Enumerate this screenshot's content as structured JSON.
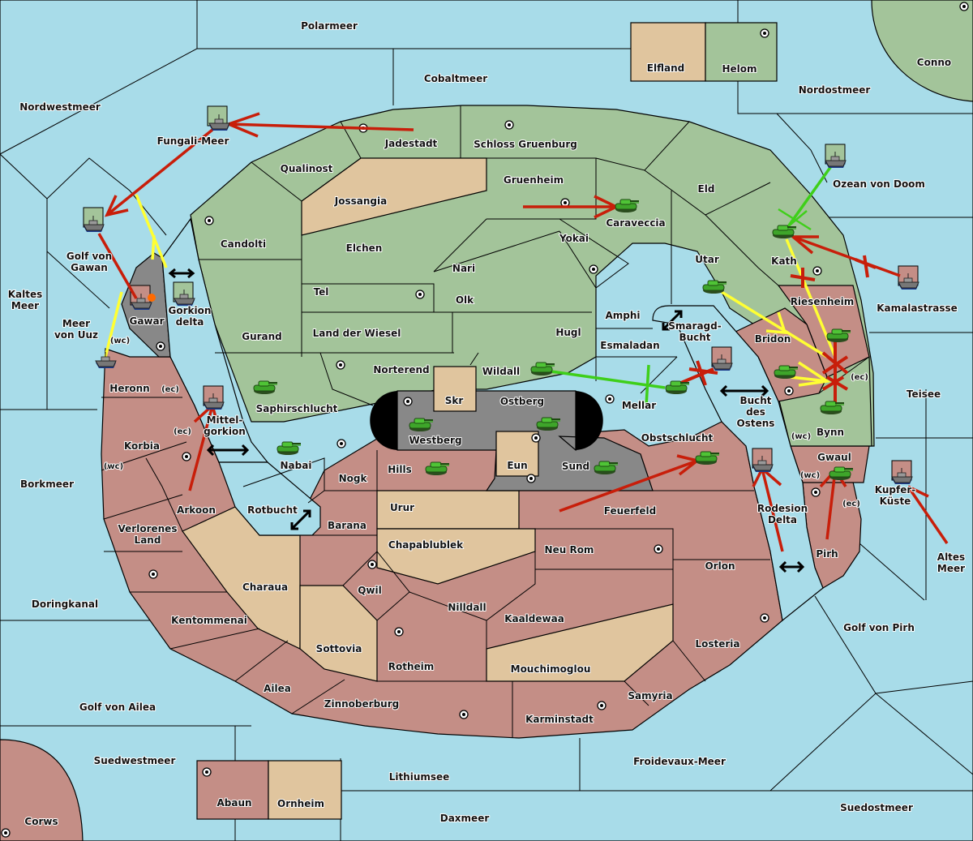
{
  "game": {
    "map_type": "diplomacy-variant",
    "owner_colors": {
      "green_power": "#a3c49a",
      "red_power": "#c48e86",
      "neutral": "#e0c59e",
      "impassable": "#888888",
      "sea": "#a8dce9"
    },
    "order_colors": {
      "move": "#c81e0a",
      "support": "#ffff33",
      "convoy_or_support_alt": "#3fcf1a"
    }
  },
  "labels": {
    "polarmeer": "Polarmeer",
    "cobaltmeer": "Cobaltmeer",
    "nordwestmeer": "Nordwestmeer",
    "nordostmeer": "Nordostmeer",
    "conno": "Conno",
    "elfland": "Elfland",
    "helom": "Helom",
    "fungali_meer": "Fungali-Meer",
    "jadestadt": "Jadestadt",
    "schloss_gruenburg": "Schloss Gruenburg",
    "qualinost": "Qualinost",
    "jossangia": "Jossangia",
    "gruenheim": "Gruenheim",
    "eld": "Eld",
    "ozean_von_doom": "Ozean von Doom",
    "caraveccia": "Caraveccia",
    "candolti": "Candolti",
    "elchen": "Elchen",
    "yokai": "Yokai",
    "nari": "Nari",
    "utar": "Utar",
    "kath": "Kath",
    "golf_von_gawan": "Golf von\nGawan",
    "kaltes_meer": "Kaltes\nMeer",
    "tel": "Tel",
    "olk": "Olk",
    "riesenheim": "Riesenheim",
    "kamalastrasse": "Kamalastrasse",
    "gawar": "Gawar",
    "gorkion_delta": "Gorkion\ndelta",
    "meer_von_uuz": "Meer\nvon Uuz",
    "gurand": "Gurand",
    "land_der_wiesel": "Land der Wiesel",
    "hugl": "Hugl",
    "amphi": "Amphi",
    "smaragd_bucht": "Smaragd-\nBucht",
    "bridon": "Bridon",
    "esmaladan": "Esmaladan",
    "norterend": "Norterend",
    "wildall": "Wildall",
    "heronn": "Heronn",
    "skr": "Skr",
    "ostberg": "Ostberg",
    "mellar": "Mellar",
    "teisee": "Teisee",
    "saphirschlucht": "Saphirschlucht",
    "westberg": "Westberg",
    "mittel_gorkion": "Mittel-\ngorkion",
    "bucht_des_ostens": "Bucht\ndes\nOstens",
    "bynn": "Bynn",
    "obstschlucht": "Obstschlucht",
    "korbia": "Korbia",
    "nabai": "Nabai",
    "eun": "Eun",
    "gwaul": "Gwaul",
    "hills": "Hills",
    "sund": "Sund",
    "nogk": "Nogk",
    "borkmeer": "Borkmeer",
    "kupfer_kueste": "Kupfer-\nKüste",
    "urur": "Urur",
    "arkoon": "Arkoon",
    "rotbucht": "Rotbucht",
    "feuerfeld": "Feuerfeld",
    "rodesion_delta": "Rodesion\nDelta",
    "barana": "Barana",
    "chapablublek": "Chapablublek",
    "verlorenes_land": "Verlorenes\nLand",
    "neu_rom": "Neu Rom",
    "pirh": "Pirh",
    "altes_meer": "Altes\nMeer",
    "orlon": "Orlon",
    "charaua": "Charaua",
    "qwil": "Qwil",
    "doringkanal": "Doringkanal",
    "nilldall": "Nilldall",
    "kentommenai": "Kentommenai",
    "kaaldewaa": "Kaaldewaa",
    "golf_von_pirh": "Golf von Pirh",
    "losteria": "Losteria",
    "sottovia": "Sottovia",
    "rotheim": "Rotheim",
    "mouchimoglou": "Mouchimoglou",
    "ailea": "Ailea",
    "samyria": "Samyria",
    "zinnoberburg": "Zinnoberburg",
    "golf_von_ailea": "Golf von Ailea",
    "karminstadt": "Karminstadt",
    "suedwestmeer": "Suedwestmeer",
    "froidevaux_meer": "Froidevaux-Meer",
    "lithiumsee": "Lithiumsee",
    "abaun": "Abaun",
    "ornheim": "Ornheim",
    "suedostmeer": "Suedostmeer",
    "daxmeer": "Daxmeer",
    "corws": "Corws",
    "wc": "(wc)",
    "ec": "(ec)"
  },
  "units": [
    {
      "type": "fleet",
      "power": "green",
      "province": "Fungali-Meer"
    },
    {
      "type": "fleet",
      "power": "green",
      "province": "Golf von Gawan"
    },
    {
      "type": "fleet",
      "power": "red",
      "province": "Gawar",
      "dislodged": true
    },
    {
      "type": "fleet",
      "power": "green",
      "province": "Gorkion delta"
    },
    {
      "type": "fleet",
      "power": "none",
      "province": "Meer von Uuz"
    },
    {
      "type": "fleet",
      "power": "red",
      "province": "Mittel-gorkion"
    },
    {
      "type": "fleet",
      "power": "green",
      "province": "Ozean von Doom"
    },
    {
      "type": "fleet",
      "power": "red",
      "province": "Kamalastrasse"
    },
    {
      "type": "fleet",
      "power": "red",
      "province": "Smaragd-Bucht"
    },
    {
      "type": "fleet",
      "power": "red",
      "province": "Bucht des Ostens"
    },
    {
      "type": "fleet",
      "power": "red",
      "province": "Kupfer-Küste"
    },
    {
      "type": "army",
      "power": "green",
      "province": "Caraveccia"
    },
    {
      "type": "army",
      "power": "green",
      "province": "Kath"
    },
    {
      "type": "army",
      "power": "green",
      "province": "Utar"
    },
    {
      "type": "army",
      "power": "green",
      "province": "Riesenheim"
    },
    {
      "type": "army",
      "power": "green",
      "province": "Bridon"
    },
    {
      "type": "army",
      "power": "green",
      "province": "Bynn"
    },
    {
      "type": "army",
      "power": "green",
      "province": "Wildall"
    },
    {
      "type": "army",
      "power": "green",
      "province": "Mellar"
    },
    {
      "type": "army",
      "power": "green",
      "province": "Saphirschlucht"
    },
    {
      "type": "army",
      "power": "green",
      "province": "Westberg"
    },
    {
      "type": "army",
      "power": "green",
      "province": "Ostberg"
    },
    {
      "type": "army",
      "power": "green",
      "province": "Nabai"
    },
    {
      "type": "army",
      "power": "green",
      "province": "Hills"
    },
    {
      "type": "army",
      "power": "green",
      "province": "Sund"
    },
    {
      "type": "army",
      "power": "green",
      "province": "Obstschlucht"
    },
    {
      "type": "army",
      "power": "green",
      "province": "Gwaul"
    }
  ]
}
